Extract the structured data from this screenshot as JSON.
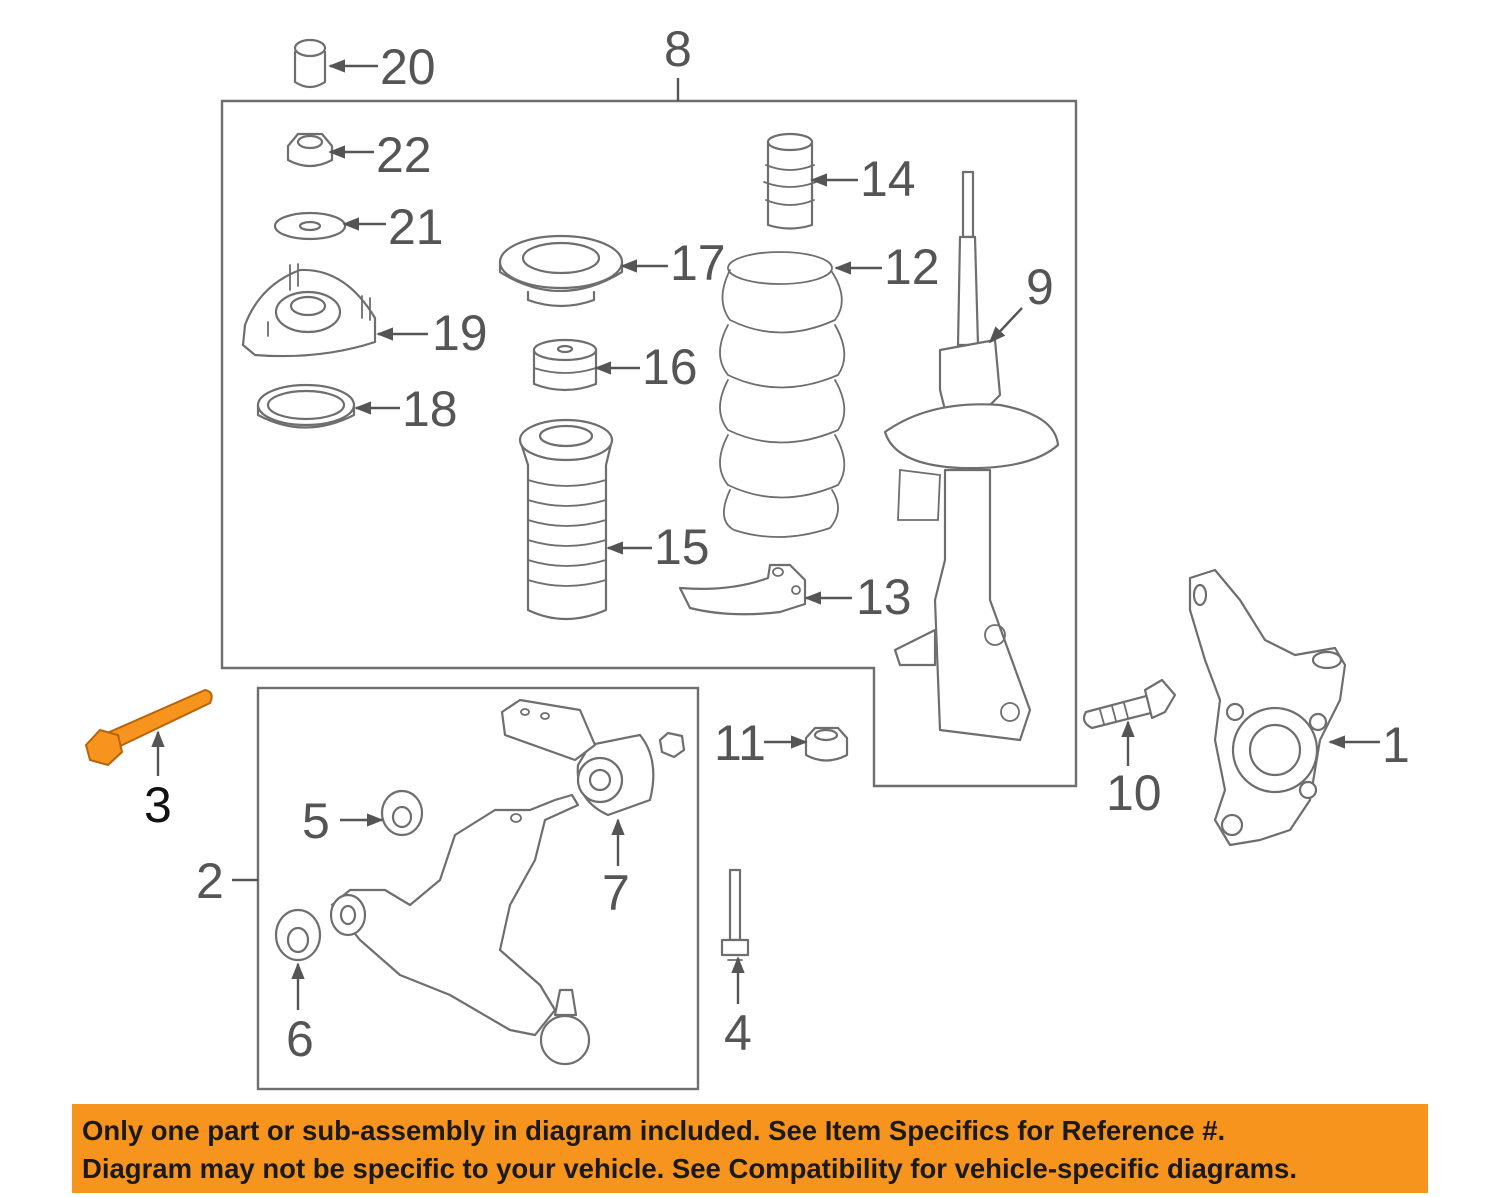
{
  "diagram": {
    "accent_color": "#f6941d",
    "highlighted_part": "3",
    "callouts": {
      "c1": "1",
      "c2": "2",
      "c3": "3",
      "c4": "4",
      "c5": "5",
      "c6": "6",
      "c7": "7",
      "c8": "8",
      "c9": "9",
      "c10": "10",
      "c11": "11",
      "c12": "12",
      "c13": "13",
      "c14": "14",
      "c15": "15",
      "c16": "16",
      "c17": "17",
      "c18": "18",
      "c19": "19",
      "c20": "20",
      "c21": "21",
      "c22": "22"
    }
  },
  "notice": {
    "line1": "Only one part or sub-assembly in diagram included. See Item Specifics for Reference #.",
    "line2": "Diagram may not be specific to your vehicle. See Compatibility for vehicle-specific diagrams."
  }
}
